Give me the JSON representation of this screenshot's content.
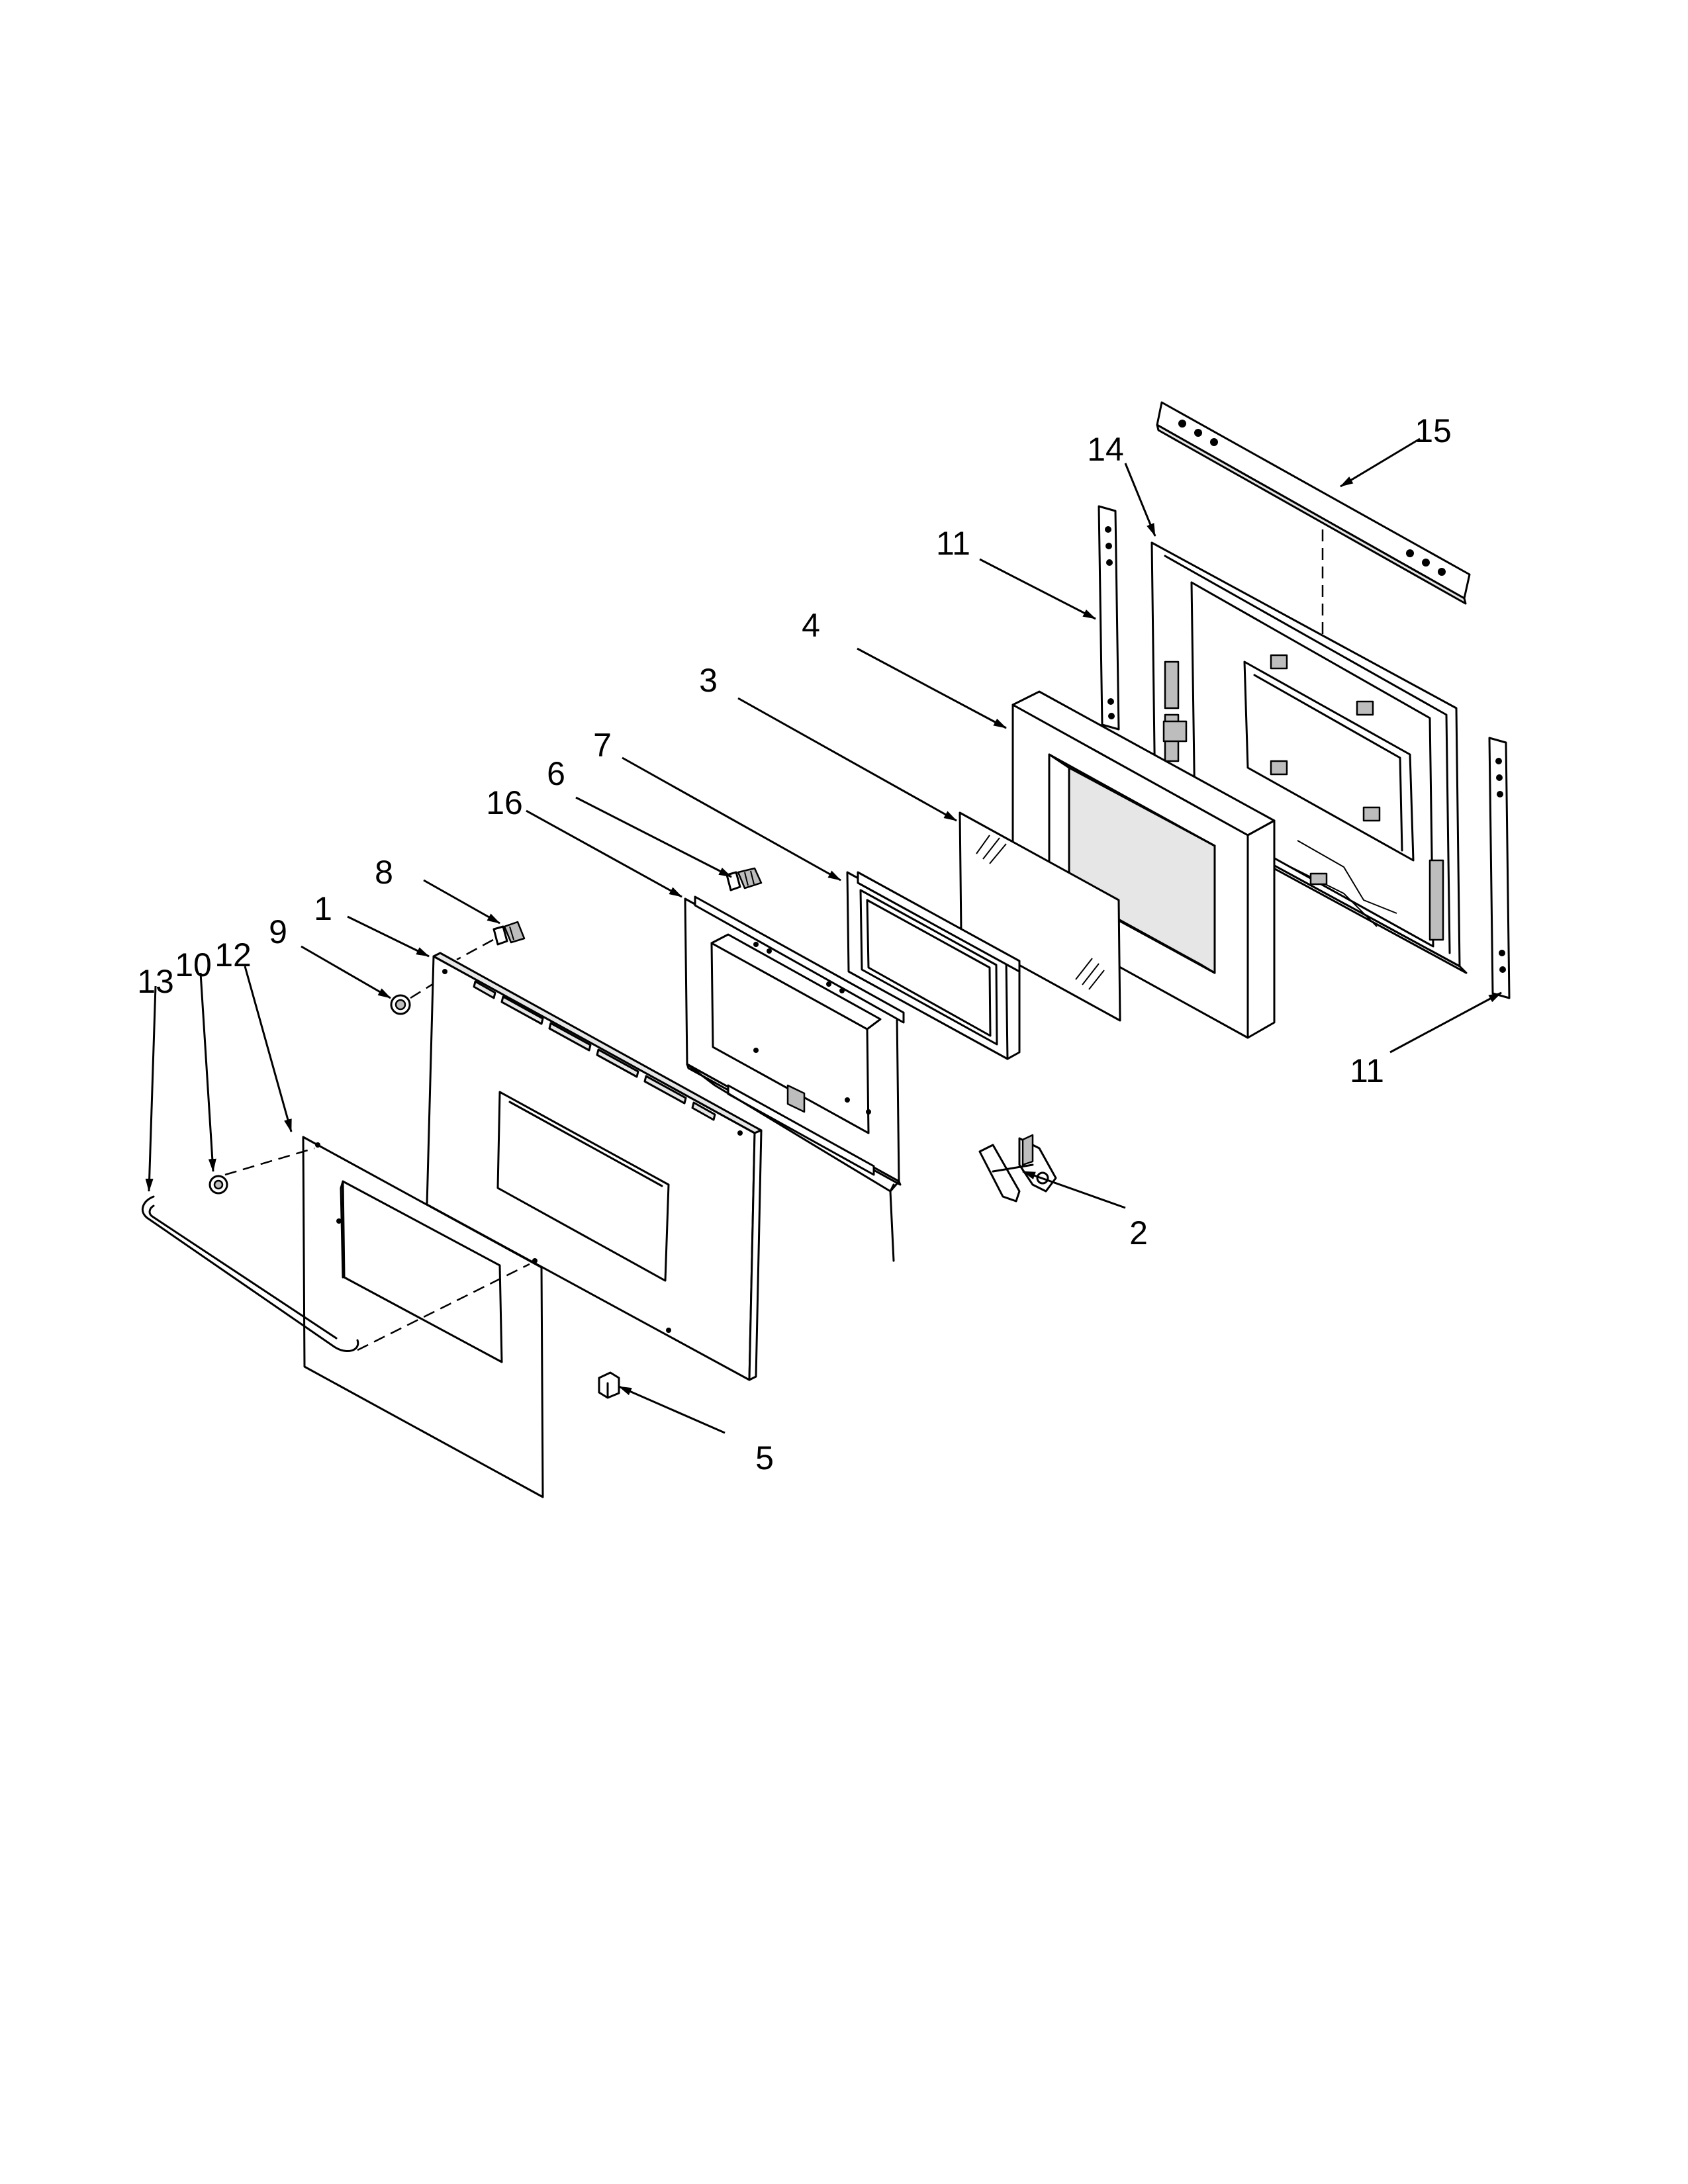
{
  "parts": [
    {
      "id": "part-1",
      "number": "1"
    },
    {
      "id": "part-2",
      "number": "2"
    },
    {
      "id": "part-3",
      "number": "3"
    },
    {
      "id": "part-4",
      "number": "4"
    },
    {
      "id": "part-5",
      "number": "5"
    },
    {
      "id": "part-6",
      "number": "6"
    },
    {
      "id": "part-7",
      "number": "7"
    },
    {
      "id": "part-8",
      "number": "8"
    },
    {
      "id": "part-9",
      "number": "9"
    },
    {
      "id": "part-10",
      "number": "10"
    },
    {
      "id": "part-11a",
      "number": "11"
    },
    {
      "id": "part-11b",
      "number": "11"
    },
    {
      "id": "part-12",
      "number": "12"
    },
    {
      "id": "part-13",
      "number": "13"
    },
    {
      "id": "part-14",
      "number": "14"
    },
    {
      "id": "part-15",
      "number": "15"
    },
    {
      "id": "part-16",
      "number": "16"
    }
  ]
}
